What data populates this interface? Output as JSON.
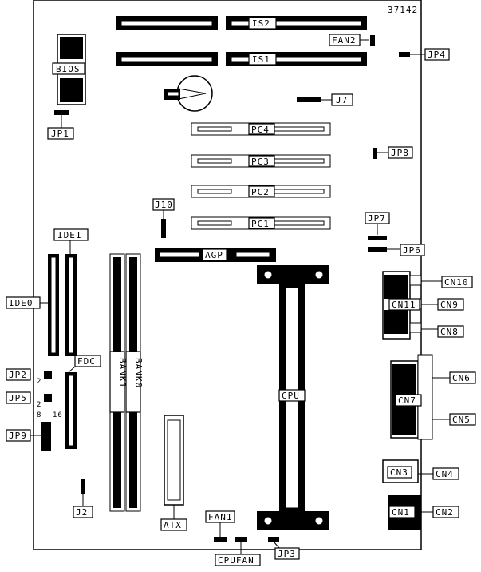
{
  "diagram": {
    "board_id": "37142",
    "labels": {
      "isa2": "IS2",
      "isa1": "IS1",
      "fan2": "FAN2",
      "jp4": "JP4",
      "bios": "BIOS",
      "j7": "J7",
      "jp1": "JP1",
      "pci4": "PC4",
      "pci3": "PC3",
      "pci2": "PC2",
      "pci1": "PC1",
      "jp8": "JP8",
      "j10": "J10",
      "jp7": "JP7",
      "ide1": "IDE1",
      "agp": "AGP",
      "jp6": "JP6",
      "cn10": "CN10",
      "ide0": "IDE0",
      "cn11": "CN11",
      "cn9": "CN9",
      "cn8": "CN8",
      "fdc": "FDC",
      "jp2": "JP2",
      "cn6": "CN6",
      "jp5": "JP5",
      "cpu": "CPU",
      "cn7": "CN7",
      "jp9": "JP9",
      "cn5": "CN5",
      "cn3": "CN3",
      "cn4": "CN4",
      "j2": "J2",
      "cn1": "CN1",
      "cn2": "CN2",
      "atx": "ATX",
      "fan1": "FAN1",
      "cpufan": "CPUFAN",
      "jp3": "JP3",
      "bank1": "BANK1",
      "bank0": "BANK0"
    },
    "pin_marks": {
      "jp2_pin": "2",
      "jp5_pin": "2",
      "jp9_pin": "8",
      "fdc_pin": "16"
    }
  }
}
